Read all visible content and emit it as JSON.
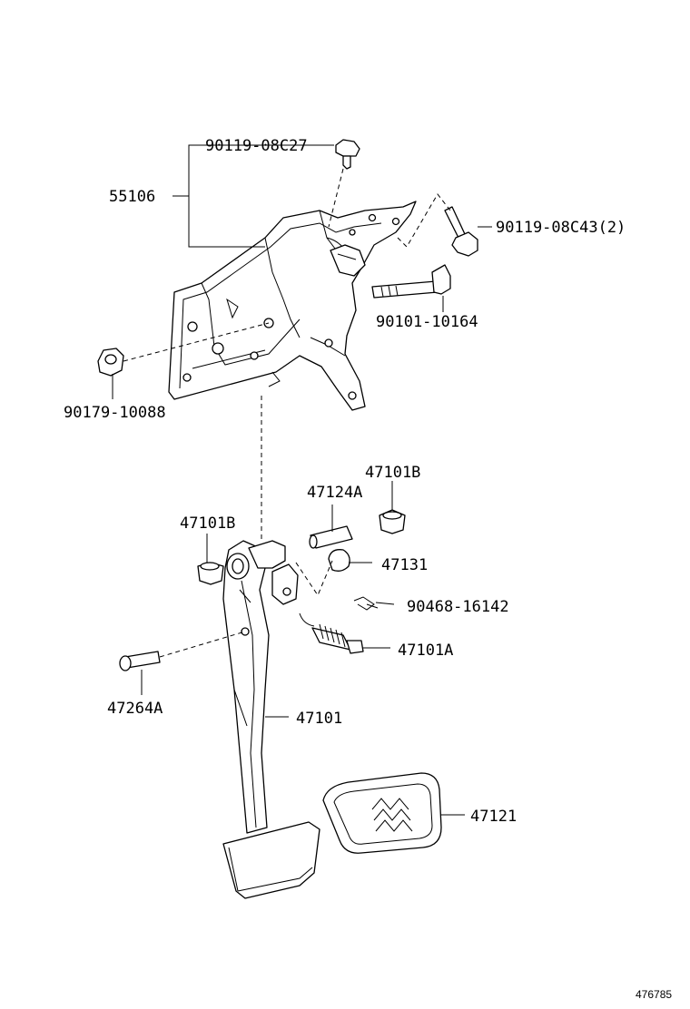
{
  "labels": {
    "bolt_upper": "90119-08C27",
    "bracket": "55106",
    "bolt_right": "90119-08C43(2)",
    "bolt_long": "90101-10164",
    "nut": "90179-10088",
    "bushing_right": "47101B",
    "pin": "47124A",
    "bushing_left": "47101B",
    "stopper": "47131",
    "clip": "90468-16142",
    "spring": "47101A",
    "clevis_pin": "47264A",
    "pedal_arm": "47101",
    "pedal_pad": "47121"
  },
  "reference_number": "476785"
}
